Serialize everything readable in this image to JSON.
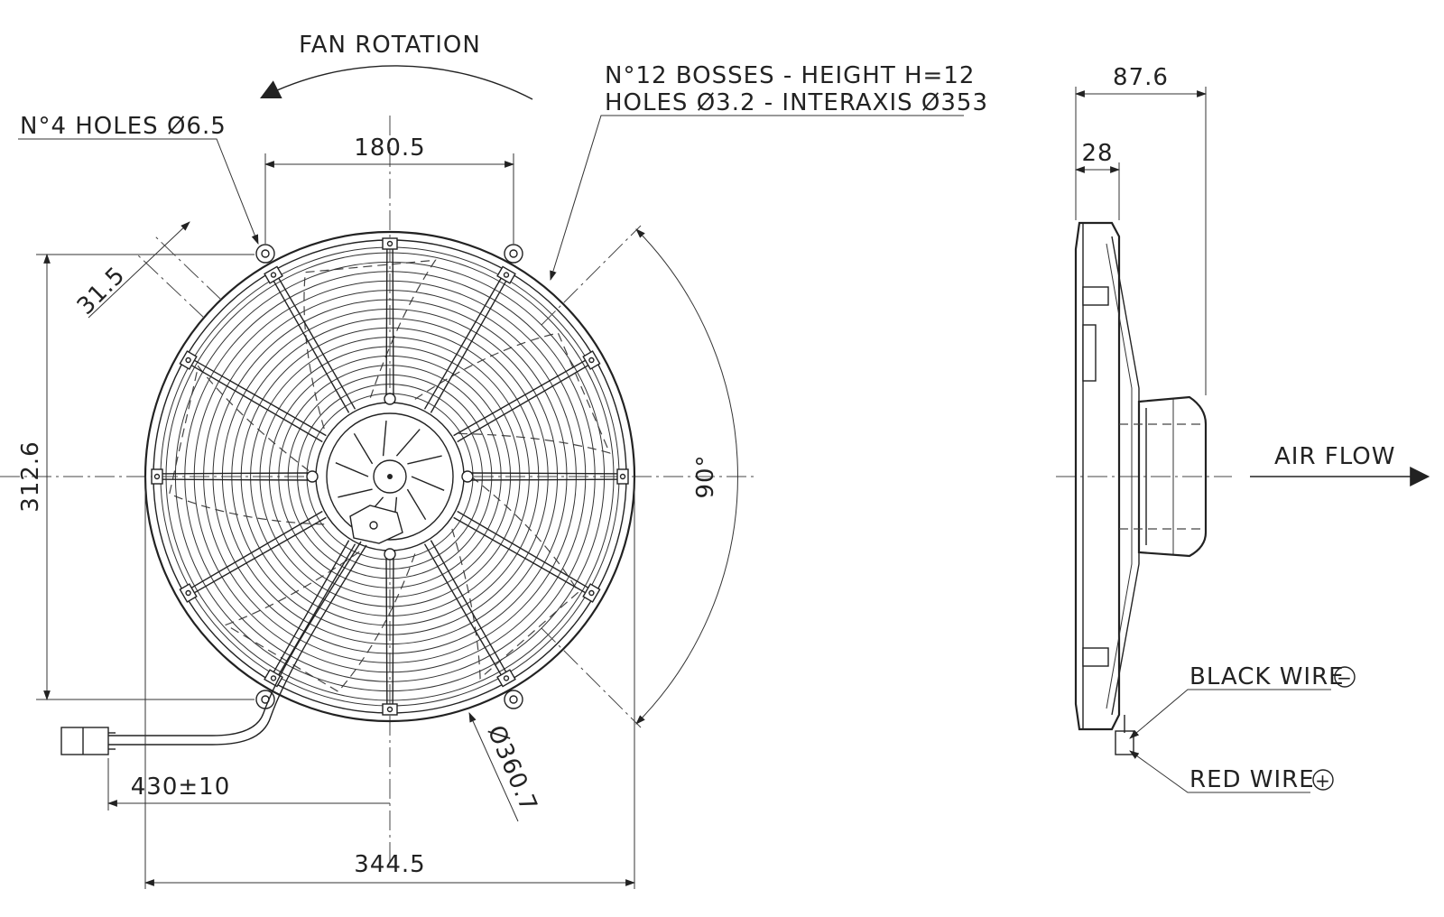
{
  "labels": {
    "fan_rotation": "FAN ROTATION",
    "holes_note": "N°4 HOLES Ø6.5",
    "bosses_line1": "N°12 BOSSES - HEIGHT H=12",
    "bosses_line2": "HOLES Ø3.2 - INTERAXIS Ø353",
    "air_flow": "AIR FLOW",
    "black_wire": "BLACK WIRE",
    "red_wire": "RED WIRE"
  },
  "dimensions": {
    "hole_spacing": "180.5",
    "boss_offset": "31.5",
    "height": "312.6",
    "angle": "90°",
    "cable_length": "430±10",
    "diameter": "Ø360.7",
    "width": "344.5",
    "depth": "87.6",
    "frame_depth": "28"
  },
  "symbols": {
    "black_wire_polarity": "−",
    "red_wire_polarity": "+"
  },
  "params": {
    "guard_rings": 16,
    "guard_spokes": 12,
    "motor_fins": 10
  }
}
